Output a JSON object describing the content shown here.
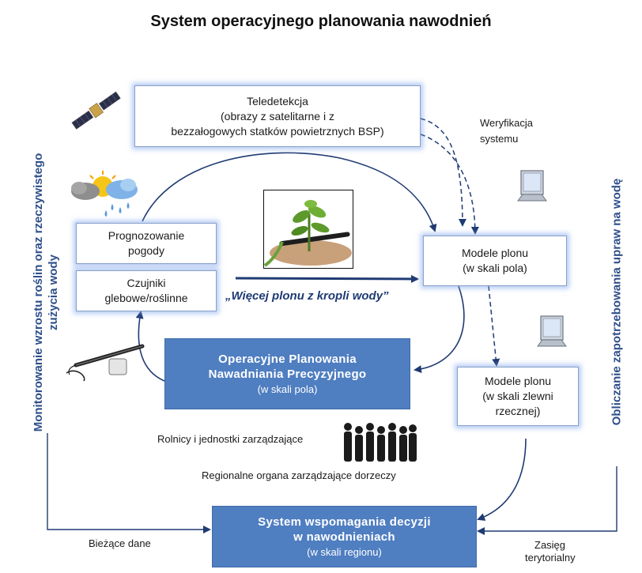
{
  "title": "System operacyjnego planowania nawodnień",
  "side_labels": {
    "left_line1": "Monitorowanie wzrostu roślin oraz rzeczywistego",
    "left_line2": "zużycia wody",
    "right": "Obliczanie zapotrzebowania upraw na wodę"
  },
  "boxes": {
    "teledetekcja": [
      "Teledetekcja",
      "(obrazy z satelitarne i z",
      "bezzałogowych statków powietrznych BSP)"
    ],
    "prognozowanie": [
      "Prognozowanie",
      "pogody"
    ],
    "czujniki": [
      "Czujniki",
      "glebowe/roślinne"
    ],
    "modele_pole": [
      "Modele plonu",
      "(w skali pola)"
    ],
    "modele_zlewnia": [
      "Modele plonu",
      "(w skali zlewni",
      "rzecznej)"
    ],
    "operacyjne": [
      "Operacyjne Planowania",
      "Nawadniania Precyzyjnego",
      "(w skali pola)"
    ],
    "system": [
      "System wspomagania decyzji",
      "w nawodnieniach",
      "(w skali regionu)"
    ]
  },
  "labels": {
    "weryfikacja_1": "Weryfikacja",
    "weryfikacja_2": "systemu",
    "slogan": "„Więcej plonu z kropli wody”",
    "rolnicy": "Rolnicy i jednostki zarządzające",
    "regionalne": "Regionalne organa zarządzające dorzeczy",
    "biezace": "Bieżące dane",
    "zasieg_1": "Zasięg",
    "zasieg_2": "terytorialny"
  },
  "icons": [
    "satellite-icon",
    "weather-icon",
    "plant-drip-icon",
    "laptop-icon",
    "soil-sensor-icon",
    "people-icon"
  ],
  "colors": {
    "accent_dark_box": "#4f7ec1",
    "side_text": "#2f4f8a",
    "arrow": "#1f3b73",
    "glow": "#78a0eb"
  }
}
